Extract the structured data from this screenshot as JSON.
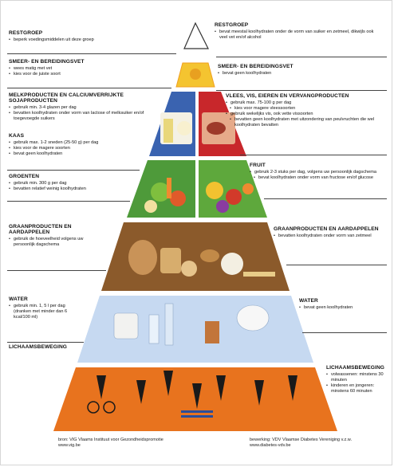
{
  "left": [
    {
      "heading": "RESTGROEP",
      "items": [
        "beperk voedingsmiddelen uit deze groep"
      ]
    },
    {
      "heading": "SMEER- EN BEREIDINGSVET",
      "items": [
        "wees matig met vet",
        "kies voor de juiste soort"
      ]
    },
    {
      "heading": "MELKPRODUCTEN EN CALCIUMVERRIJKTE SOJAPRODUCTEN",
      "items": [
        "gebruik min. 3-4 glazen per dag",
        "bevatten koolhydraten onder vorm van lactose of melksuiker en/of toegevoegde suikers"
      ]
    },
    {
      "heading": "KAAS",
      "items": [
        "gebruik max. 1-2 sneden (25-50 g) per dag",
        "kies voor de magere soorten",
        "bevat geen koolhydraten"
      ]
    },
    {
      "heading": "GROENTEN",
      "items": [
        "gebruik min. 300 g per dag",
        "bevatten relatief weinig koolhydraten"
      ]
    },
    {
      "heading": "GRAANPRODUCTEN EN AARDAPPELEN",
      "items": [
        "gebruik de hoeveelheid volgens uw persoonlijk dagschema"
      ]
    },
    {
      "heading": "WATER",
      "items": [
        "gebruik min. 1, 5 l per dag (dranken met minder dan 6 kcal/100 ml)"
      ]
    },
    {
      "heading": "LICHAAMSBEWEGING",
      "items": []
    }
  ],
  "right": [
    {
      "heading": "RESTGROEP",
      "items": [
        "bevat meestal koolhydraten onder de vorm van suiker en zetmeel, dikwijls ook veel vet en/of alcohol"
      ]
    },
    {
      "heading": "SMEER- EN BEREIDINGSVET",
      "items": [
        "bevat geen koolhydraten"
      ]
    },
    {
      "heading": "VLEES, VIS, EIEREN EN VERVANGPRODUCTEN",
      "items": [
        "gebruik max. 75-100 g per dag",
        "kies voor magere vleessoorten",
        "gebruik wekelijks vis, ook vette vissoorten",
        "bevatten geen koolhydraten met uitzondering van peulvruchten die wel koolhydraten bevatten"
      ]
    },
    {
      "heading": "FRUIT",
      "items": [
        "gebruik 2-3 stuks per dag, volgens uw persoonlijk dagschema",
        "bevat koolhydraten onder vorm van fructose en/of glucose"
      ]
    },
    {
      "heading": "GRAANPRODUCTEN EN AARDAPPELEN",
      "items": [
        "bevatten koolhydraten onder vorm van zetmeel"
      ]
    },
    {
      "heading": "WATER",
      "items": [
        "bevat geen koolhydraten"
      ]
    },
    {
      "heading": "LICHAAMSBEWEGING",
      "items": [
        "volwassenen: minstens 30 minuten",
        "kinderen en jongeren: minstens 60 minuten"
      ]
    }
  ],
  "footer": {
    "source": "bron: VIG Vlaams Instituut voor Gezondheidspromotie",
    "source_url": "www.vig.be",
    "adapted": "bewerking: VDV Vlaamse Diabetes Vereniging v.z.w.",
    "adapted_url": "www.diabetes-vdv.be"
  },
  "colors": {
    "restgroep": "#ffffff",
    "vet": "#f2c230",
    "melk": "#3a63b0",
    "kaas": "#2f8f3a",
    "vlees": "#c8272b",
    "groenten": "#4e9a3a",
    "fruit": "#5ea83c",
    "graan": "#8b5a2b",
    "water": "#9dbbe4",
    "beweging": "#e8731e"
  },
  "icons": [
    "vegetables-icon",
    "fruit-icon",
    "bread-icon",
    "water-icon",
    "exercise-figures-icon",
    "meat-fish-icon",
    "dairy-icon"
  ]
}
